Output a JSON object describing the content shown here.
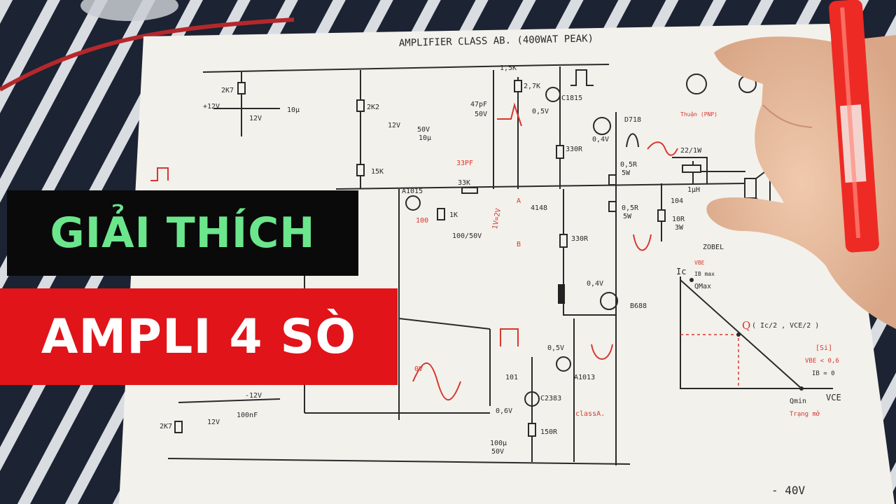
{
  "captions": {
    "line1": "GIẢI THÍCH",
    "line2": "AMPLI 4 SÒ"
  },
  "sheet": {
    "title": "AMPLIFIER CLASS AB. (400WAT PEAK)",
    "supply_positive_label": "+12V",
    "supply_negative_label": "-12V",
    "rail_negative_label": "- 40V"
  },
  "components": {
    "r_2k7_top": "2K7",
    "zener_top": "12V",
    "cap_top": "10μ",
    "r_2k2": "2K2",
    "zener_mid": "12V",
    "cap_50v": "50V",
    "cap_10u": "10μ",
    "r_15k": "15K",
    "r_1_5k_top": "1,5K",
    "r_2_7k": "2,7K",
    "cap_47pf": "47pF",
    "cap_47pf_v": "50V",
    "v_0_5": "0,5V",
    "q_c1815": "C1815",
    "q_a1015": "A1015",
    "r_33k": "33K",
    "cap_33pf": "33PF",
    "r_1k": "1K",
    "cap_100": "100",
    "cap_100u": "100/50V",
    "d_4148": "4148",
    "v_1_2v": "1V=2V",
    "lbl_a": "A",
    "lbl_b": "B",
    "r_330r_a": "330R",
    "r_330r_b": "330R",
    "q_d718": "D718",
    "v_0_4_a": "0,4V",
    "r_0_5r_a": "0,5R",
    "p_5w_a": "5W",
    "r_0_5r_b": "0,5R",
    "p_5w_b": "5W",
    "r_22_1w": "22/1W",
    "l_1uh": "1μH",
    "cap_104": "104",
    "r_10r": "10R",
    "p_3w": "3W",
    "zobel": "ZOBEL",
    "q_b688": "B688",
    "v_0_4_b": "0,4V",
    "cap_101": "101",
    "v_0_5_b": "0,5V",
    "q_a1013": "A1013",
    "q_c2383": "C2383",
    "v_0_6": "0,6V",
    "class_a": "classA.",
    "r_150r": "150R",
    "cap_100u_b": "100μ",
    "cap_100u_b_v": "50V",
    "r_2k7_bot": "2K7",
    "zener_bot": "12V",
    "cap_100nf": "100nF",
    "ov": "0V",
    "thuan": "Thuận (PNP)"
  },
  "graph": {
    "ic_label": "Ic",
    "vce_label": "VCE",
    "q_label": "Q",
    "q_formula": "( Ic/2 , VCE/2 )",
    "qmax_label": "QMax",
    "qmin_label": "Qmin",
    "note1": "VBE",
    "note2": "IB max",
    "note3": "[Si]",
    "note4": "VBE < 0,6",
    "note5": "IB = 0",
    "note6": "Trạng mở"
  },
  "colors": {
    "caption_line1_bg": "#0a0a0a",
    "caption_line1_text": "#6be68c",
    "caption_line2_bg": "#e01419",
    "caption_line2_text": "#ffffff",
    "ink": "#2a2a2a",
    "red_ink": "#d6372f",
    "paper": "#f3f1ec"
  }
}
